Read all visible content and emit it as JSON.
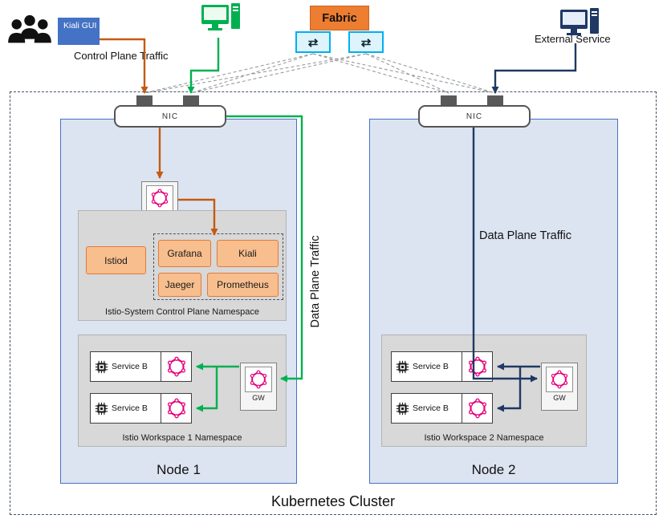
{
  "colors": {
    "orange_line": "#C55A11",
    "green_line": "#00B050",
    "navy_line": "#1F3864",
    "fabric_orange": "#ED7D31",
    "component_fill": "#F8BE8E",
    "component_border": "#E07B39",
    "node_fill": "#DCE4F1",
    "node_border": "#4472C4",
    "kiali_gui_blue": "#4472C4",
    "switch_cyan": "#00B0F0",
    "hexagon_pink": "#E6007E",
    "namespace_gray": "#D8D8D8"
  },
  "external": {
    "kiali_gui_label": "Kiali GUI",
    "control_plane_traffic_label": "Control Plane Traffic",
    "fabric_label": "Fabric",
    "switch_glyph": "⇄",
    "external_service_label": "External Service"
  },
  "cluster": {
    "label": "Kubernetes Cluster",
    "node1": {
      "label": "Node 1",
      "nic_label": "NIC",
      "ingress_gw_label": "GW",
      "data_plane_vertical_label": "Data Plane Traffic",
      "control_plane_namespace": {
        "label": "Istio-System  Control Plane Namespace",
        "istiod_label": "Istiod",
        "grafana_label": "Grafana",
        "kiali_label": "Kiali",
        "jaeger_label": "Jaeger",
        "prometheus_label": "Prometheus"
      },
      "workspace_namespace": {
        "label": "Istio Workspace  1 Namespace",
        "services": [
          {
            "label": "Service B"
          },
          {
            "label": "Service B"
          }
        ],
        "gw_label": "GW"
      }
    },
    "node2": {
      "label": "Node 2",
      "nic_label": "NIC",
      "data_plane_label": "Data Plane Traffic",
      "workspace_namespace": {
        "label": "Istio Workspace  2 Namespace",
        "services": [
          {
            "label": "Service B"
          },
          {
            "label": "Service B"
          }
        ],
        "gw_label": "GW"
      }
    }
  }
}
